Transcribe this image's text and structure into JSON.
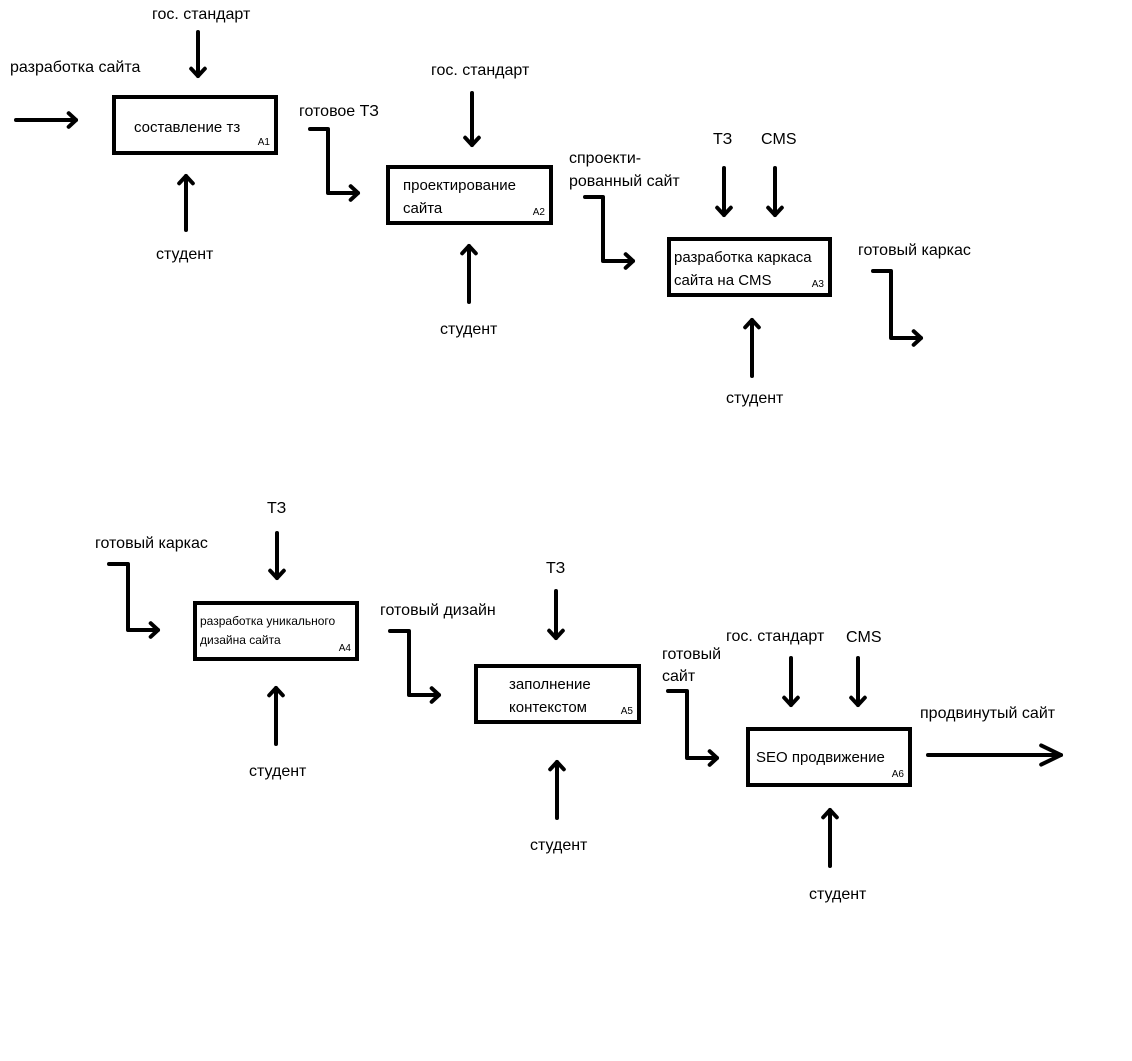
{
  "stroke_color": "#000000",
  "background_color": "#ffffff",
  "boxes": [
    {
      "title": "составление тз",
      "code": "A1"
    },
    {
      "title": "проектирование\nсайта",
      "code": "A2"
    },
    {
      "title": "разработка каркаса\nсайта на CMS",
      "code": "A3"
    },
    {
      "title": "разработка уникального\nдизайна сайта",
      "code": "A4"
    },
    {
      "title": "заполнение\nконтекстом",
      "code": "A5"
    },
    {
      "title": "SEO продвижение",
      "code": "A6"
    }
  ],
  "labels": {
    "a1_input": "разработка сайта",
    "a1_control": "гос. стандарт",
    "a1_mechanism": "студент",
    "a1_output": "готовое ТЗ",
    "a2_control": "гос. стандарт",
    "a2_mechanism": "студент",
    "a2_output_line1": "спроекти-",
    "a2_output_line2": "рованный сайт",
    "a3_control_tz": "ТЗ",
    "a3_control_cms": "CMS",
    "a3_mechanism": "студент",
    "a3_output": "готовый каркас",
    "a4_input": "готовый каркас",
    "a4_control": "ТЗ",
    "a4_mechanism": "студент",
    "a4_output": "готовый дизайн",
    "a5_control": "ТЗ",
    "a5_mechanism": "студент",
    "a5_output_line1": "готовый",
    "a5_output_line2": "сайт",
    "a6_control_std": "гос. стандарт",
    "a6_control_cms": "CMS",
    "a6_mechanism": "студент",
    "a6_output": "продвинутый сайт"
  }
}
